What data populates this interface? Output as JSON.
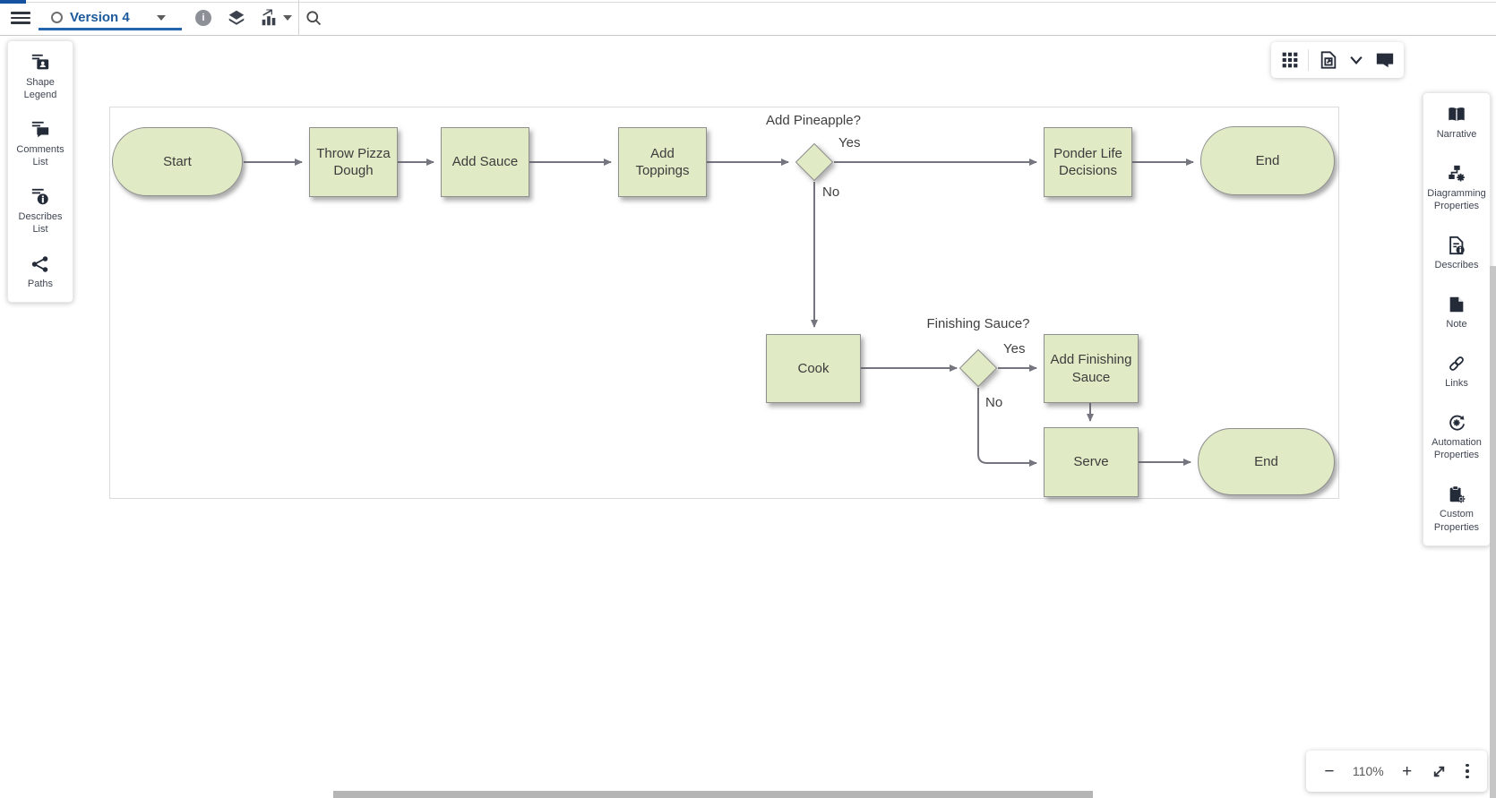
{
  "topbar": {
    "version_label": "Version 4",
    "icons": [
      "hamburger-icon",
      "version-circle-icon",
      "caret-down-icon",
      "info-icon",
      "layers-icon",
      "chart-icon",
      "search-icon"
    ]
  },
  "left_panel": {
    "items": [
      {
        "icon": "shape-legend-icon",
        "label": "Shape Legend"
      },
      {
        "icon": "comments-list-icon",
        "label": "Comments List"
      },
      {
        "icon": "describes-list-icon",
        "label": "Describes List"
      },
      {
        "icon": "paths-icon",
        "label": "Paths"
      }
    ]
  },
  "right_panel": {
    "items": [
      {
        "icon": "narrative-icon",
        "label": "Narrative"
      },
      {
        "icon": "diagramming-properties-icon",
        "label": "Diagramming Properties"
      },
      {
        "icon": "describes-icon",
        "label": "Describes"
      },
      {
        "icon": "note-icon",
        "label": "Note"
      },
      {
        "icon": "links-icon",
        "label": "Links"
      },
      {
        "icon": "automation-properties-icon",
        "label": "Automation Properties"
      },
      {
        "icon": "custom-properties-icon",
        "label": "Custom Properties"
      }
    ]
  },
  "canvas_toolbar": {
    "icons": [
      "grid-icon",
      "export-document-icon",
      "chevron-down-icon",
      "chat-icon"
    ]
  },
  "zoom_controls": {
    "minus": "−",
    "level": "110%",
    "plus": "+",
    "icons": [
      "fit-screen-icon",
      "kebab-menu-icon"
    ]
  },
  "flowchart": {
    "nodes": {
      "start": {
        "label": "Start",
        "shape": "terminator"
      },
      "throw_pizza_dough": {
        "label": "Throw Pizza Dough",
        "shape": "process"
      },
      "add_sauce": {
        "label": "Add Sauce",
        "shape": "process"
      },
      "add_toppings": {
        "label": "Add Toppings",
        "shape": "process"
      },
      "ponder_life_decisions": {
        "label": "Ponder Life Decisions",
        "shape": "process"
      },
      "end_top": {
        "label": "End",
        "shape": "terminator"
      },
      "cook": {
        "label": "Cook",
        "shape": "process"
      },
      "add_finishing_sauce": {
        "label": "Add Finishing Sauce",
        "shape": "process"
      },
      "serve": {
        "label": "Serve",
        "shape": "process"
      },
      "end_bottom": {
        "label": "End",
        "shape": "terminator"
      }
    },
    "decisions": {
      "add_pineapple": {
        "question": "Add Pineapple?",
        "yes_label": "Yes",
        "no_label": "No"
      },
      "finishing_sauce": {
        "question": "Finishing Sauce?",
        "yes_label": "Yes",
        "no_label": "No"
      }
    },
    "colors": {
      "node_fill": "#e0eac5",
      "node_border": "#8f8f8f",
      "connector": "#75757f"
    }
  }
}
